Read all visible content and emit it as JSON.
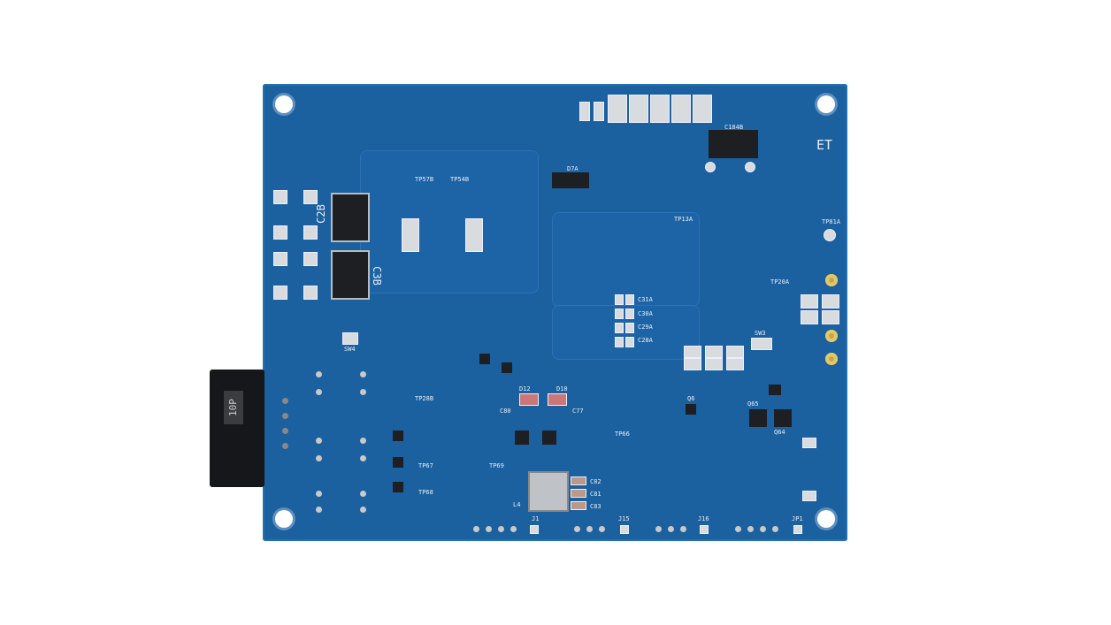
{
  "board": {
    "color": "#1b609f",
    "connector_label": "10P",
    "silkscreen": {
      "c2b": "C2B",
      "c3b": "C3B",
      "et": "ET",
      "j1": "J1",
      "j15": "J15",
      "j16": "J16",
      "jp1": "JP1",
      "tp57b": "TP57B",
      "tp54b": "TP54B",
      "d7a": "D7A",
      "c184b": "C184B",
      "tp13a": "TP13A",
      "tp81a": "TP81A",
      "tp20a": "TP20A",
      "c31a": "C31A",
      "c30a": "C30A",
      "c29a": "C29A",
      "c28a": "C28A",
      "d12": "D12",
      "d10": "D10",
      "c80": "C80",
      "c77": "C77",
      "l4": "L4",
      "c82": "C82",
      "c81": "C81",
      "c83": "C83",
      "sw3": "SW3",
      "sw4": "SW4",
      "q65": "Q65",
      "q64": "Q64",
      "q6": "Q6",
      "tp28b": "TP28B",
      "tp66": "TP66",
      "tp67": "TP67",
      "tp68": "TP68",
      "tp69": "TP69"
    }
  }
}
